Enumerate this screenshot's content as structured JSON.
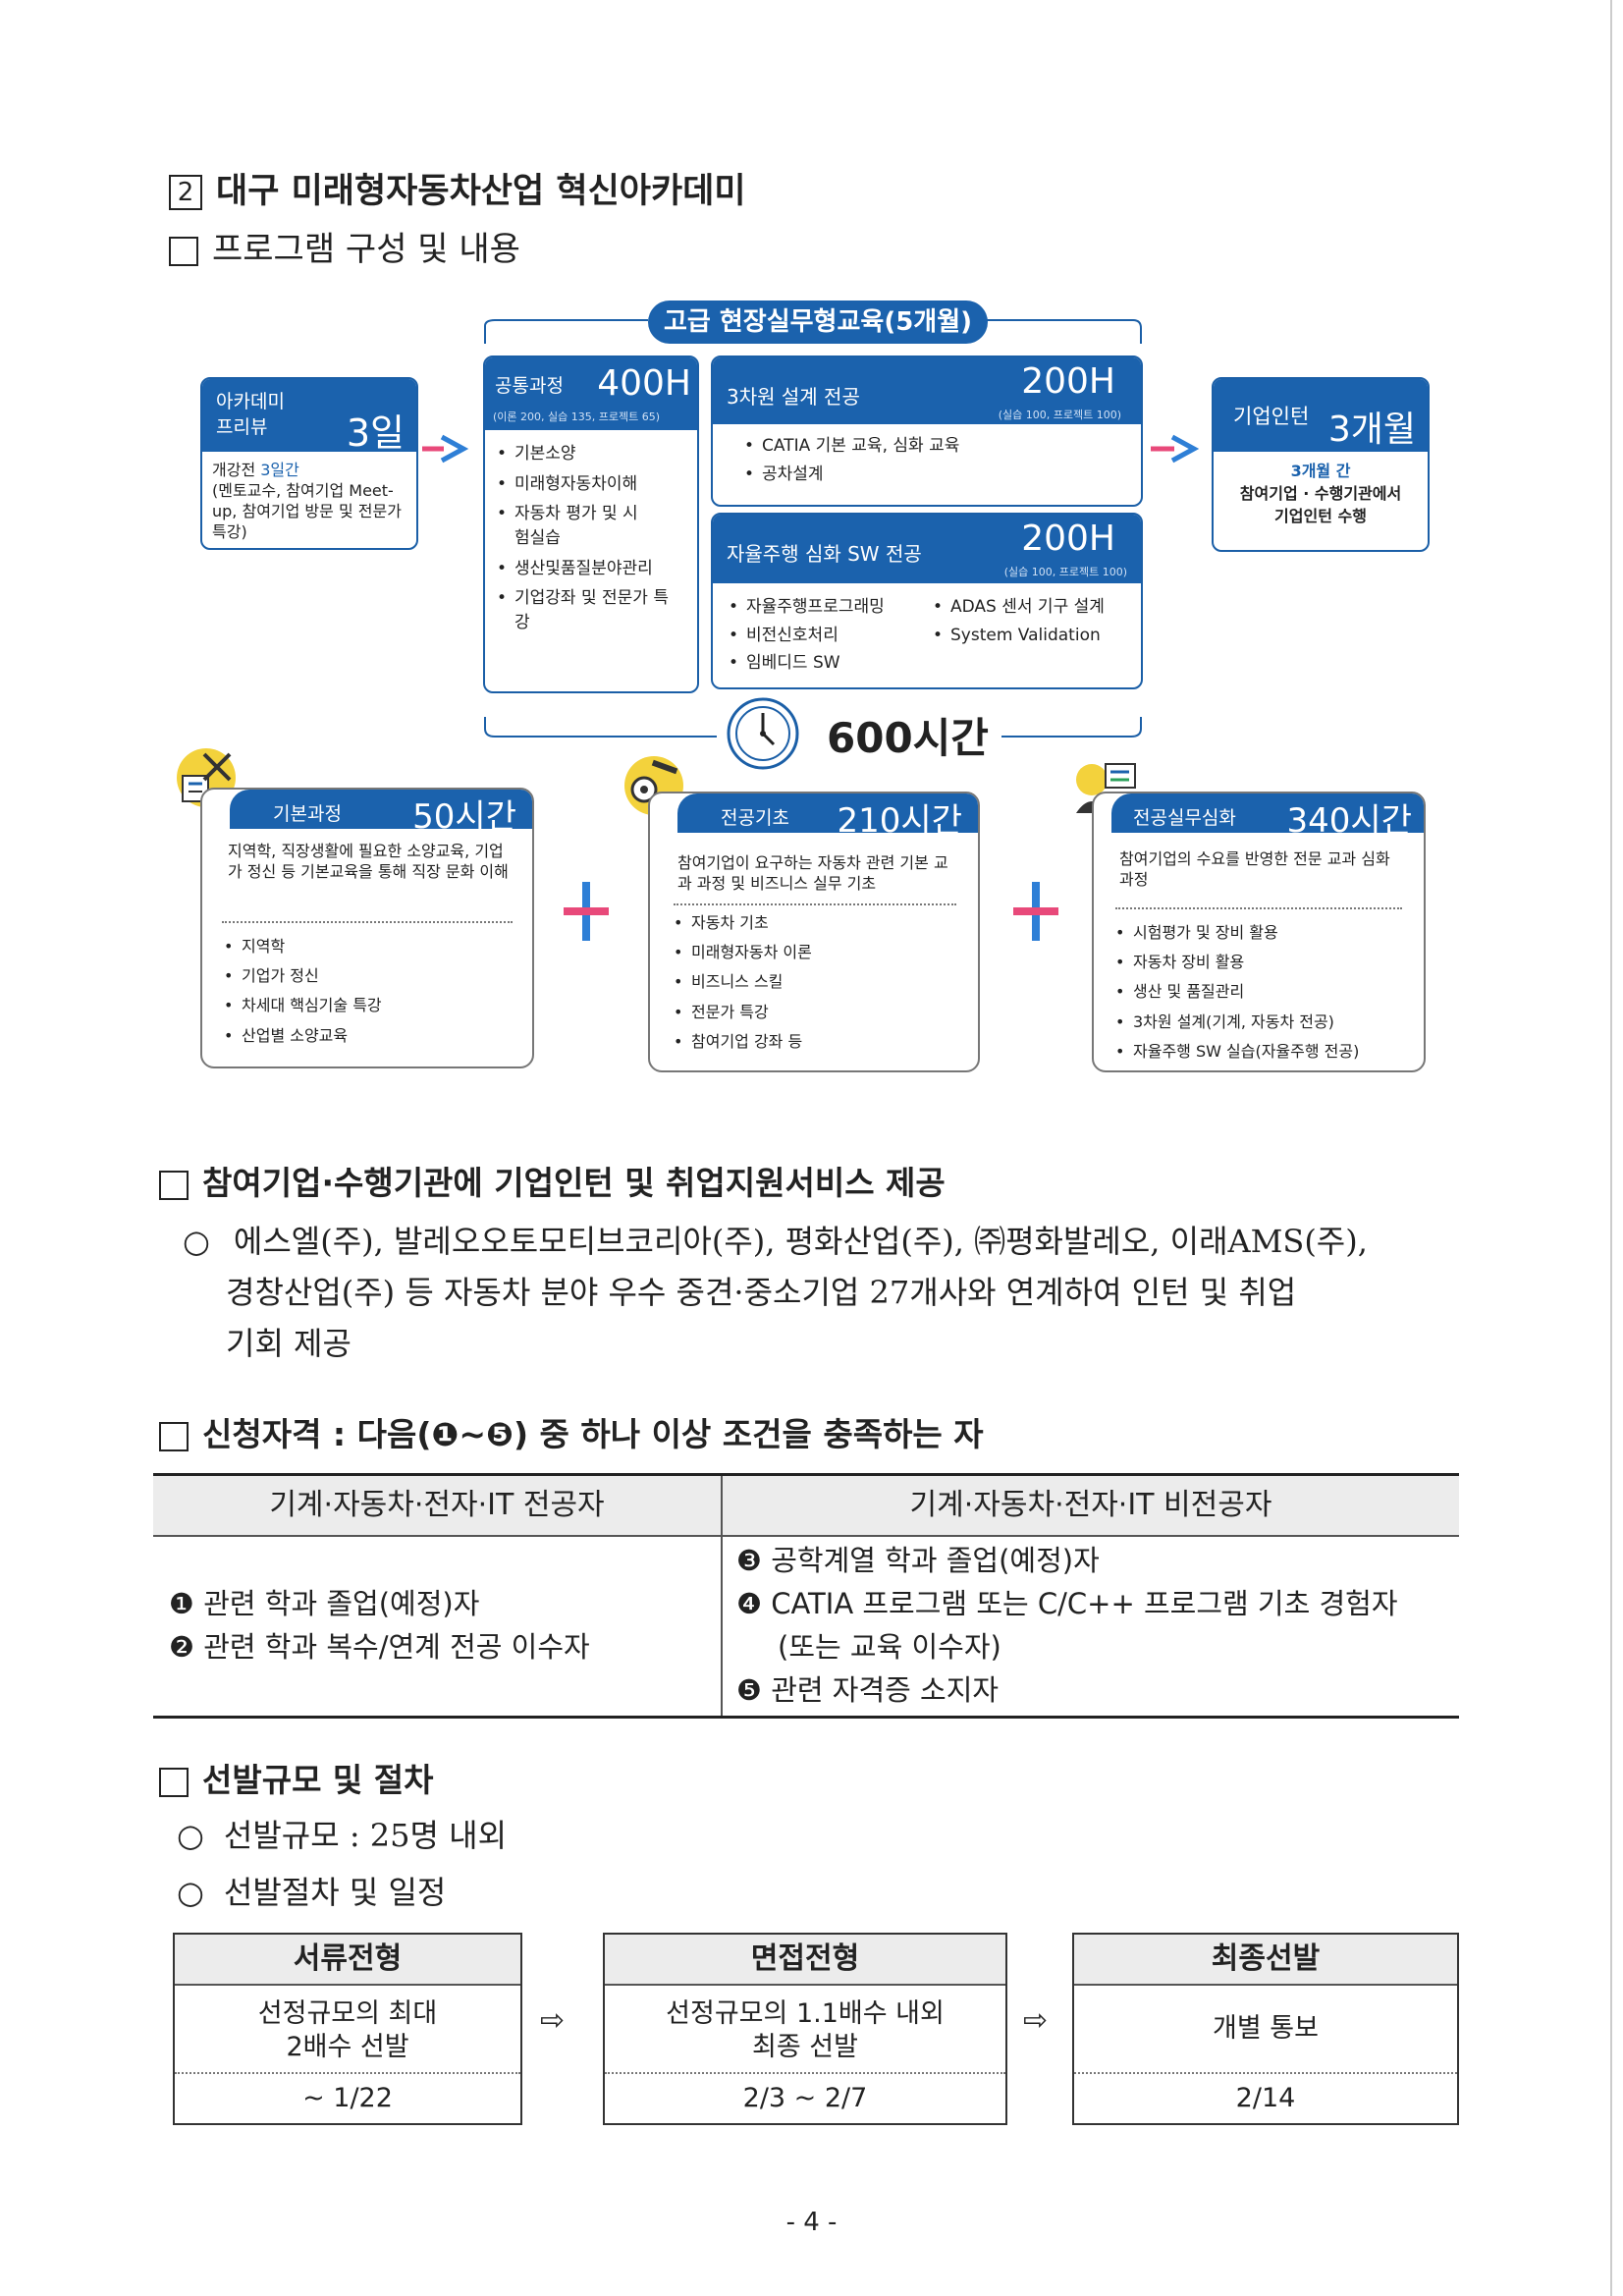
{
  "heading": {
    "number": "2",
    "title": "대구 미래형자동차산업 혁신아카데미"
  },
  "section1": {
    "title": "프로그램 구성 및 내용"
  },
  "diagram": {
    "top_pill": "고급 현장실무형교육(5개월)",
    "preview": {
      "title_line1": "아카데미",
      "title_line2": "프리뷰",
      "duration": "3일",
      "desc_prefix": "개강전 ",
      "desc_highlight": "3일간",
      "desc_rest": "(멘토교수, 참여기업 Meet-up, 참여기업 방문 및 전문가 특강)"
    },
    "common": {
      "title": "공통과정",
      "hours": "400H",
      "sub": "(이론 200, 실습 135, 프로젝트 65)",
      "items": [
        "기본소양",
        "미래형자동차이해",
        "자동차 평가 및 시험실습",
        "생산및품질분야관리",
        "기업강좌 및 전문가 특강"
      ]
    },
    "design": {
      "title": "3차원 설계 전공",
      "hours": "200H",
      "sub": "(실습 100, 프로젝트 100)",
      "items": [
        "CATIA 기본 교육, 심화 교육",
        "공차설계"
      ]
    },
    "sw": {
      "title": "자율주행 심화 SW 전공",
      "hours": "200H",
      "sub": "(실습 100, 프로젝트 100)",
      "items_left": [
        "자율주행프로그래밍",
        "비전신호처리",
        "임베디드 SW"
      ],
      "items_right": [
        "ADAS 센서 기구 설계",
        "System Validation"
      ]
    },
    "intern": {
      "title": "기업인턴",
      "duration": "3개월",
      "line1": "3개월 간",
      "line2": "참여기업 · 수행기관에서",
      "line3": "기업인턴 수행"
    },
    "total": "600시간",
    "basic": {
      "title": "기본과정",
      "hours": "50시간",
      "desc": "지역학, 직장생활에 필요한 소양교육, 기업가 정신 등 기본교육을 통해 직장 문화 이해",
      "items": [
        "지역학",
        "기업가 정신",
        "차세대 핵심기술 특강",
        "산업별 소양교육"
      ]
    },
    "major": {
      "title": "전공기초",
      "hours": "210시간",
      "desc": "참여기업이 요구하는 자동차 관련 기본 교과 과정 및 비즈니스 실무 기초",
      "items": [
        "자동차 기초",
        "미래형자동차 이론",
        "비즈니스 스킬",
        "전문가 특강",
        "참여기업 강좌 등"
      ]
    },
    "advanced": {
      "title": "전공실무심화",
      "hours": "340시간",
      "desc": "참여기업의 수요를 반영한 전문 교과 심화 과정",
      "items": [
        "시험평가 및 장비 활용",
        "자동차 장비 활용",
        "생산 및 품질관리",
        "3차원 설계(기계, 자동차 전공)",
        "자율주행 SW 실습(자율주행 전공)"
      ]
    }
  },
  "section2": {
    "title": "참여기업·수행기관에 기업인턴 및 취업지원서비스 제공",
    "line1": "에스엘(주), 발레오오토모티브코리아(주), 평화산업(주), ㈜평화발레오, 이래AMS(주),",
    "line2": "경창산업(주) 등 자동차 분야 우수 중견·중소기업 27개사와 연계하여 인턴 및 취업",
    "line3": "기회 제공"
  },
  "section3": {
    "title": "신청자격 : 다음(❶~❺) 중 하나 이상 조건을 충족하는 자",
    "col1_header": "기계·자동차·전자·IT 전공자",
    "col2_header": "기계·자동차·전자·IT 비전공자",
    "col1_items": [
      "❶ 관련 학과 졸업(예정)자",
      "❷ 관련 학과 복수/연계 전공 이수자"
    ],
    "col2_items": [
      "❸ 공학계열 학과 졸업(예정)자",
      "❹ CATIA 프로그램 또는 C/C++ 프로그램 기초 경험자",
      "(또는 교육 이수자)",
      "❺ 관련 자격증 소지자"
    ]
  },
  "section4": {
    "title": "선발규모 및 절차",
    "scale": "선발규모 : 25명 내외",
    "process": "선발절차 및 일정",
    "steps": [
      {
        "title": "서류전형",
        "line1": "선정규모의 최대",
        "line2": "2배수 선발",
        "date": "~ 1/22"
      },
      {
        "title": "면접전형",
        "line1": "선정규모의 1.1배수 내외",
        "line2": "최종 선발",
        "date": "2/3 ~ 2/7"
      },
      {
        "title": "최종선발",
        "line1": "개별 통보",
        "line2": "",
        "date": "2/14"
      }
    ],
    "arrow": "⇨"
  },
  "page_number": "- 4 -",
  "colors": {
    "brand_blue": "#1b62ad",
    "plus_pink": "#e8497a",
    "arrow_blue": "#2e7fd6"
  }
}
